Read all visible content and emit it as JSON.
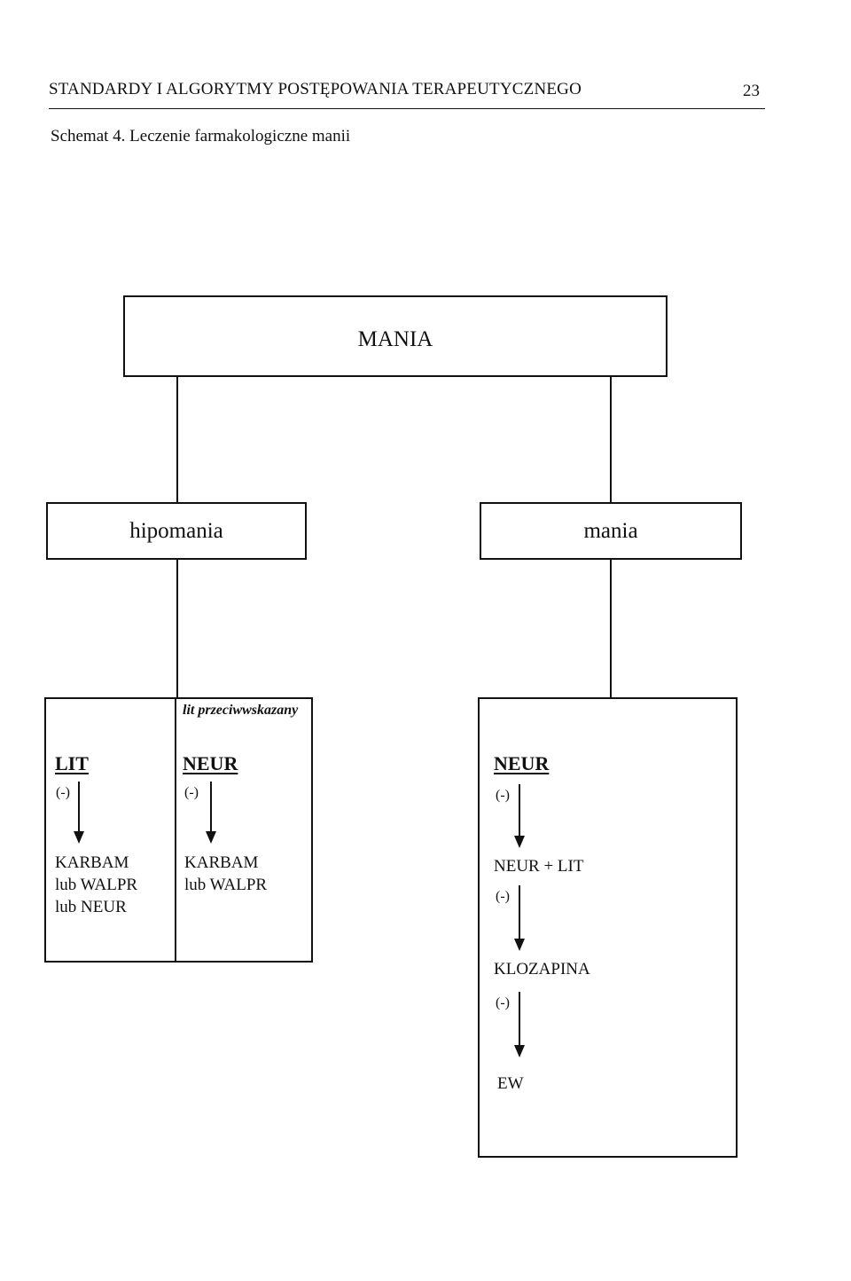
{
  "header": {
    "title": "STANDARDY I ALGORYTMY POSTĘPOWANIA TERAPEUTYCZNEGO",
    "page_number": "23"
  },
  "caption": "Schemat 4. Leczenie farmakologiczne manii",
  "diagram": {
    "root": "MANIA",
    "branches": {
      "left": "hipomania",
      "right": "mania"
    },
    "left_panel": {
      "col1": {
        "drug": "LIT",
        "arrow_label": "(-)",
        "next_lines": [
          "KARBAM",
          "lub WALPR",
          "lub NEUR"
        ]
      },
      "col2": {
        "note": "lit przeciwwskazany",
        "drug": "NEUR",
        "arrow_label": "(-)",
        "next_lines": [
          "KARBAM",
          "lub WALPR"
        ]
      }
    },
    "right_panel": {
      "drug": "NEUR",
      "step1_label": "(-)",
      "step1": "NEUR + LIT",
      "step2_label": "(-)",
      "step2": "KLOZAPINA",
      "step3_label": "(-)",
      "step3": "EW"
    }
  }
}
